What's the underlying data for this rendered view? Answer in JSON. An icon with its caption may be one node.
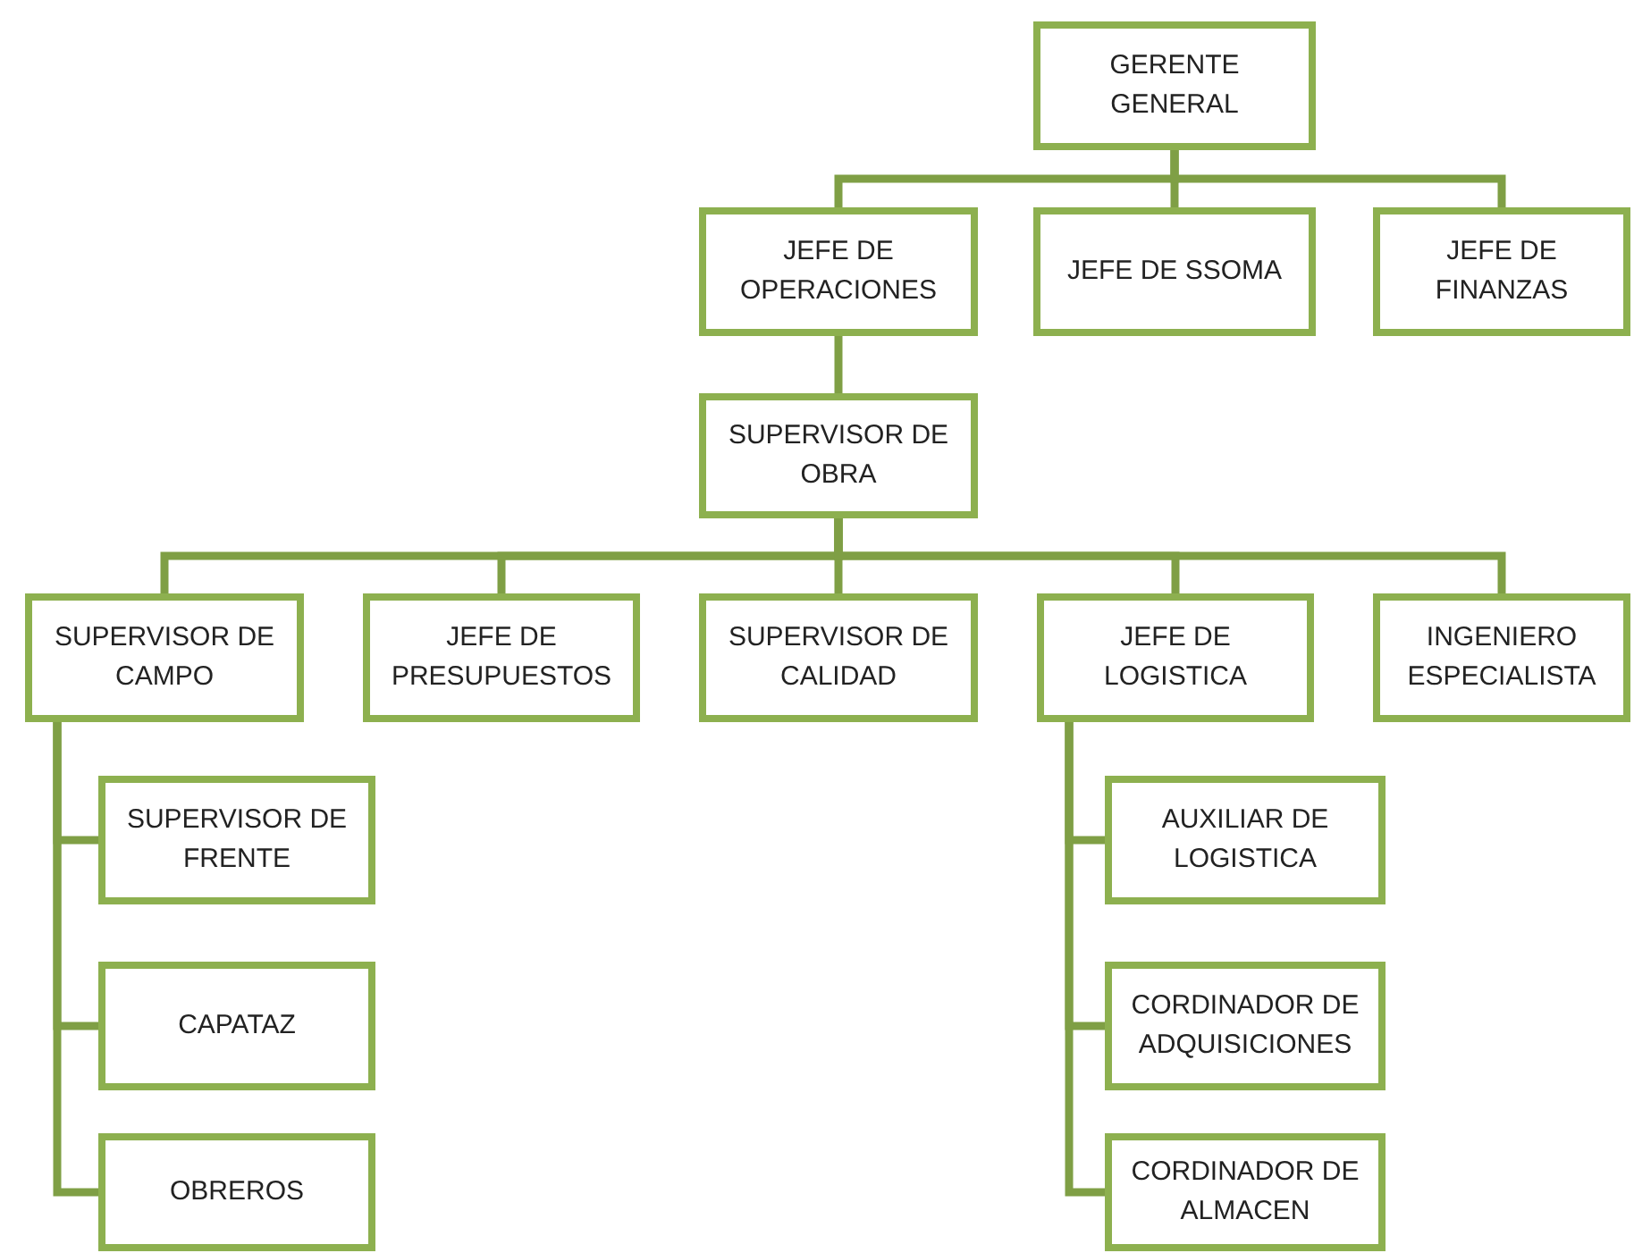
{
  "diagram": {
    "nodes": [
      {
        "text": [
          "GERENTE GENERAL"
        ]
      },
      {
        "text": [
          "JEFE DE OPERACIONES"
        ]
      },
      {
        "text": [
          "JEFE DE SSOMA"
        ]
      },
      {
        "text": [
          "JEFE DE FINANZAS"
        ]
      },
      {
        "text": [
          "SUPERVISOR DE OBRA"
        ]
      },
      {
        "text": [
          "SUPERVISOR DE CAMPO"
        ]
      },
      {
        "text": [
          "JEFE DE PRESUPUESTOS"
        ]
      },
      {
        "text": [
          "SUPERVISOR DE CALIDAD"
        ]
      },
      {
        "text": [
          "JEFE DE LOGISTICA"
        ]
      },
      {
        "text": [
          "INGENIERO ESPECIALISTA"
        ]
      },
      {
        "text": [
          "SUPERVISOR DE FRENTE"
        ]
      },
      {
        "text": [
          "CAPATAZ"
        ]
      },
      {
        "text": [
          "OBREROS"
        ]
      },
      {
        "text": [
          "AUXILIAR DE LOGISTICA"
        ]
      },
      {
        "text": [
          "CORDINADOR DE ADQUISICIONES"
        ]
      },
      {
        "text": [
          "CORDINADOR DE ALMACEN"
        ]
      }
    ],
    "edges": [
      {
        "from": 0,
        "to": 1,
        "arrow": "none"
      },
      {
        "from": 0,
        "to": 2,
        "arrow": "none"
      },
      {
        "from": 0,
        "to": 3,
        "arrow": "none"
      },
      {
        "from": 1,
        "to": 4,
        "arrow": "none"
      },
      {
        "from": 4,
        "to": 5,
        "arrow": "none"
      },
      {
        "from": 4,
        "to": 6,
        "arrow": "none"
      },
      {
        "from": 4,
        "to": 7,
        "arrow": "none"
      },
      {
        "from": 4,
        "to": 8,
        "arrow": "none"
      },
      {
        "from": 4,
        "to": 9,
        "arrow": "none"
      },
      {
        "from": 5,
        "to": 10,
        "arrow": "none"
      },
      {
        "from": 5,
        "to": 11,
        "arrow": "none"
      },
      {
        "from": 5,
        "to": 12,
        "arrow": "none"
      },
      {
        "from": 8,
        "to": 13,
        "arrow": "none"
      },
      {
        "from": 8,
        "to": 14,
        "arrow": "none"
      },
      {
        "from": 8,
        "to": 15,
        "arrow": "none"
      }
    ]
  }
}
